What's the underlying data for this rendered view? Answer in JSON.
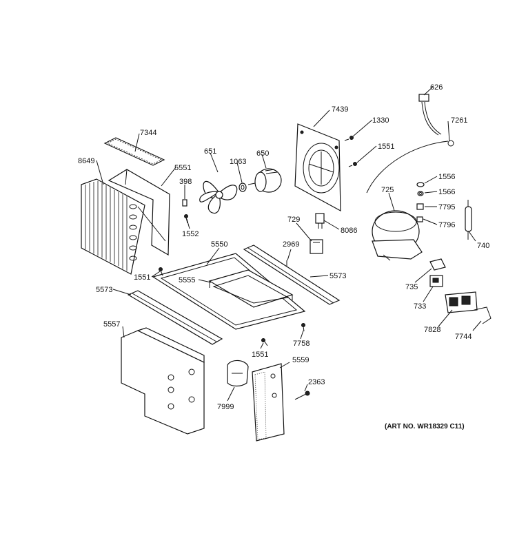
{
  "diagram": {
    "reference": "(ART NO. WR18329 C11)",
    "callouts": {
      "p626": "626",
      "p7261": "7261",
      "p7439": "7439",
      "p1330": "1330",
      "p1551_top": "1551",
      "p7344": "7344",
      "p8649": "8649",
      "p5551": "5551",
      "p651": "651",
      "p1063": "1063",
      "p650": "650",
      "p398": "398",
      "p1552": "1552",
      "p1556": "1556",
      "p1566": "1566",
      "p725": "725",
      "p7795": "7795",
      "p7796": "7796",
      "p740": "740",
      "p729": "729",
      "p8086": "8086",
      "p5550": "5550",
      "p2969": "2969",
      "p1551_left": "1551",
      "p5555": "5555",
      "p5573_right": "5573",
      "p5573_left": "5573",
      "p735": "735",
      "p733": "733",
      "p7828": "7828",
      "p7744": "7744",
      "p5557": "5557",
      "p7758": "7758",
      "p1551_bottom": "1551",
      "p5559": "5559",
      "p2363": "2363",
      "p7999": "7999"
    }
  }
}
